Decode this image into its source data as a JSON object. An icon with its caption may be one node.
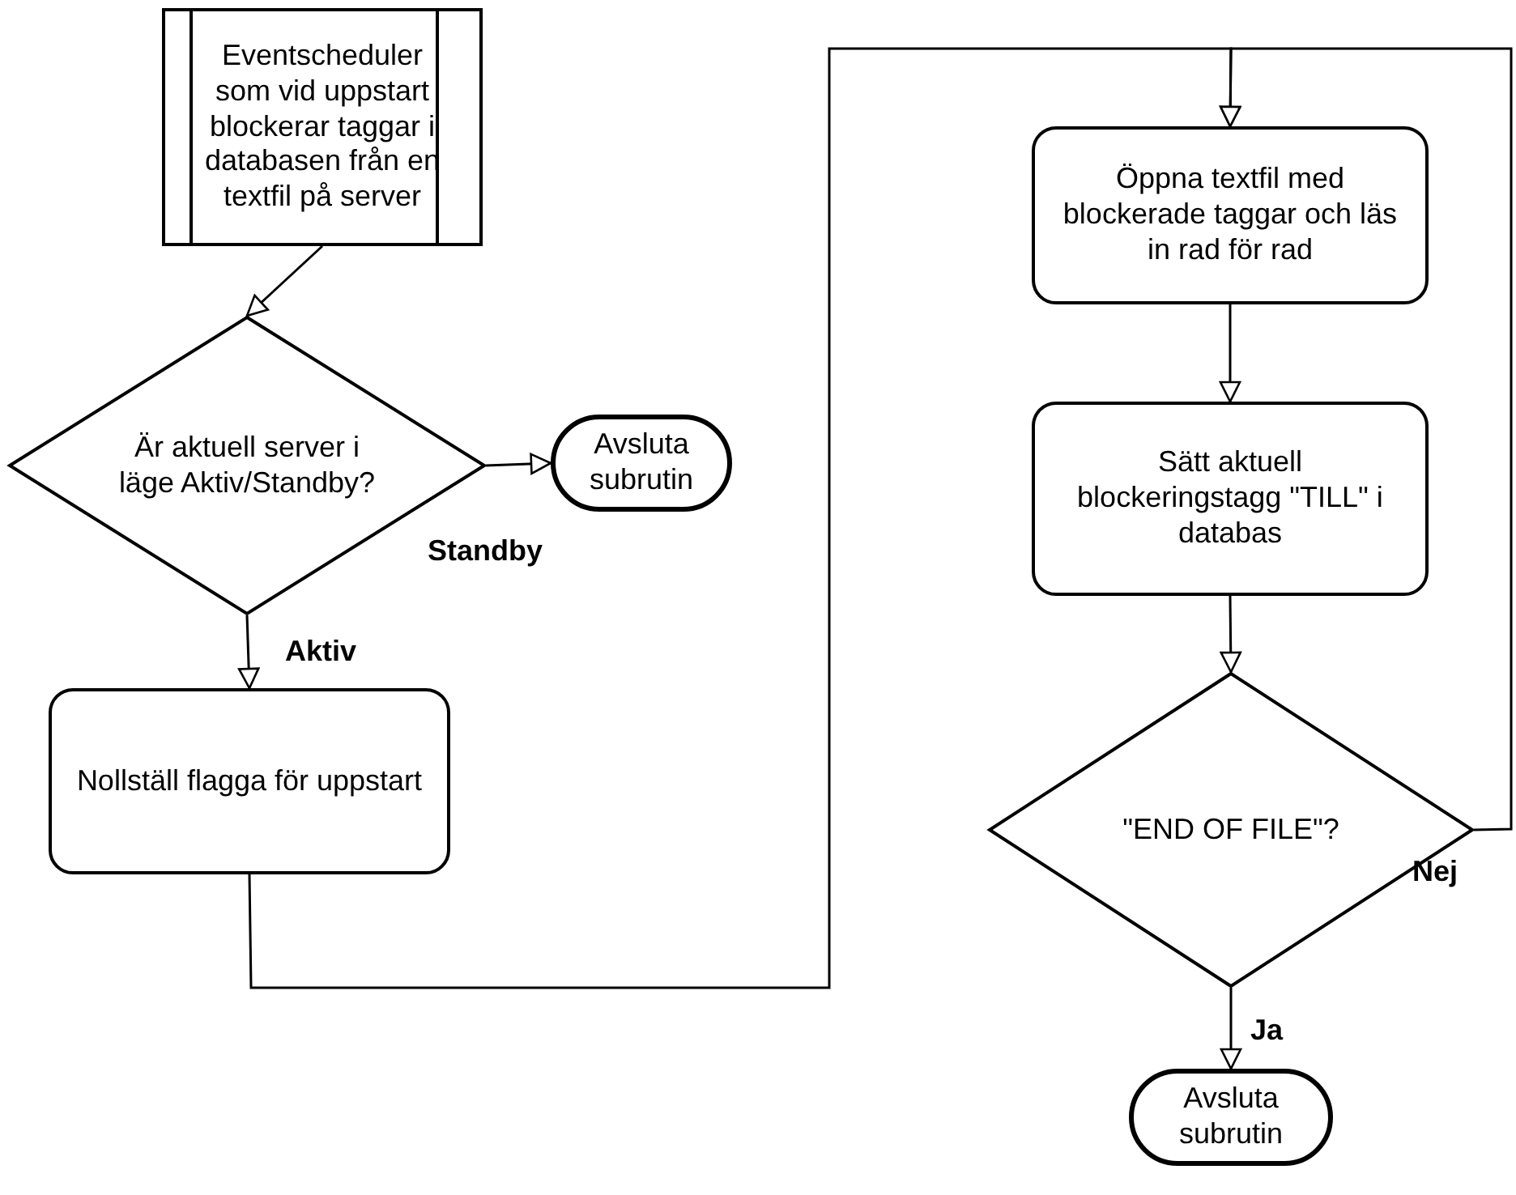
{
  "diagram": {
    "nodes": [
      {
        "text": [
          "Eventscheduler som vid uppstart blockerar taggar i databasen från en textfil på server"
        ]
      },
      {
        "text": [
          "Är aktuell server i läge Aktiv/Standby?"
        ]
      },
      {
        "text": [
          "Avsluta subrutin"
        ]
      },
      {
        "text": [
          "Nollställ flagga för uppstart"
        ]
      },
      {
        "text": [
          "Öppna textfil med blockerade taggar och läs in rad för rad"
        ]
      },
      {
        "text": [
          "Sätt aktuell blockeringstagg \"TILL\" i databas"
        ]
      },
      {
        "text": [
          "\"END OF FILE\"?"
        ]
      },
      {
        "text": [
          "Avsluta subrutin"
        ]
      }
    ],
    "edges": [
      {
        "from": 0,
        "to": 1,
        "arrow": "to"
      },
      {
        "from": 1,
        "to": 2,
        "arrow": "to",
        "label": "Standby"
      },
      {
        "from": 1,
        "to": 3,
        "arrow": "to",
        "label": "Aktiv"
      },
      {
        "from": 3,
        "to": 4,
        "arrow": "to"
      },
      {
        "from": 4,
        "to": 5,
        "arrow": "to"
      },
      {
        "from": 5,
        "to": 6,
        "arrow": "to"
      },
      {
        "from": 6,
        "to": 7,
        "arrow": "to",
        "label": "Ja"
      },
      {
        "from": 6,
        "to": 4,
        "arrow": "to",
        "label": "Nej"
      }
    ]
  }
}
